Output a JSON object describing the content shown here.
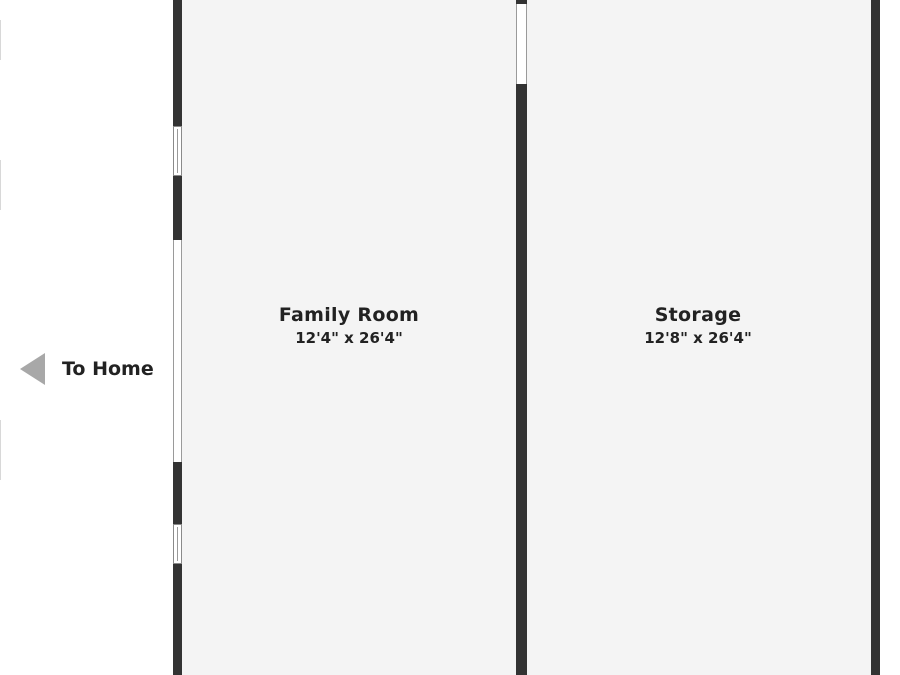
{
  "rooms": [
    {
      "name": "Family Room",
      "dimensions": "12'4\" x 26'4\""
    },
    {
      "name": "Storage",
      "dimensions": "12'8\" x 26'4\""
    }
  ],
  "exit_marker": {
    "label": "To Home",
    "icon": "arrow-left-icon"
  },
  "colors": {
    "wall": "#333333",
    "floor": "#f4f4f4",
    "arrow": "#a8a8a8",
    "text": "#222222"
  }
}
